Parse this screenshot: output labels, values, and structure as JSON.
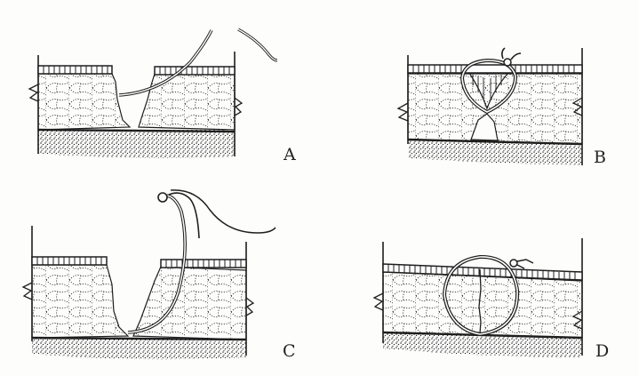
{
  "panels": [
    {
      "id": "A",
      "label": "A"
    },
    {
      "id": "B",
      "label": "B"
    },
    {
      "id": "C",
      "label": "C"
    },
    {
      "id": "D",
      "label": "D"
    }
  ],
  "colors": {
    "ink": "#1e1e1e",
    "paper": "#fdfdfc"
  }
}
